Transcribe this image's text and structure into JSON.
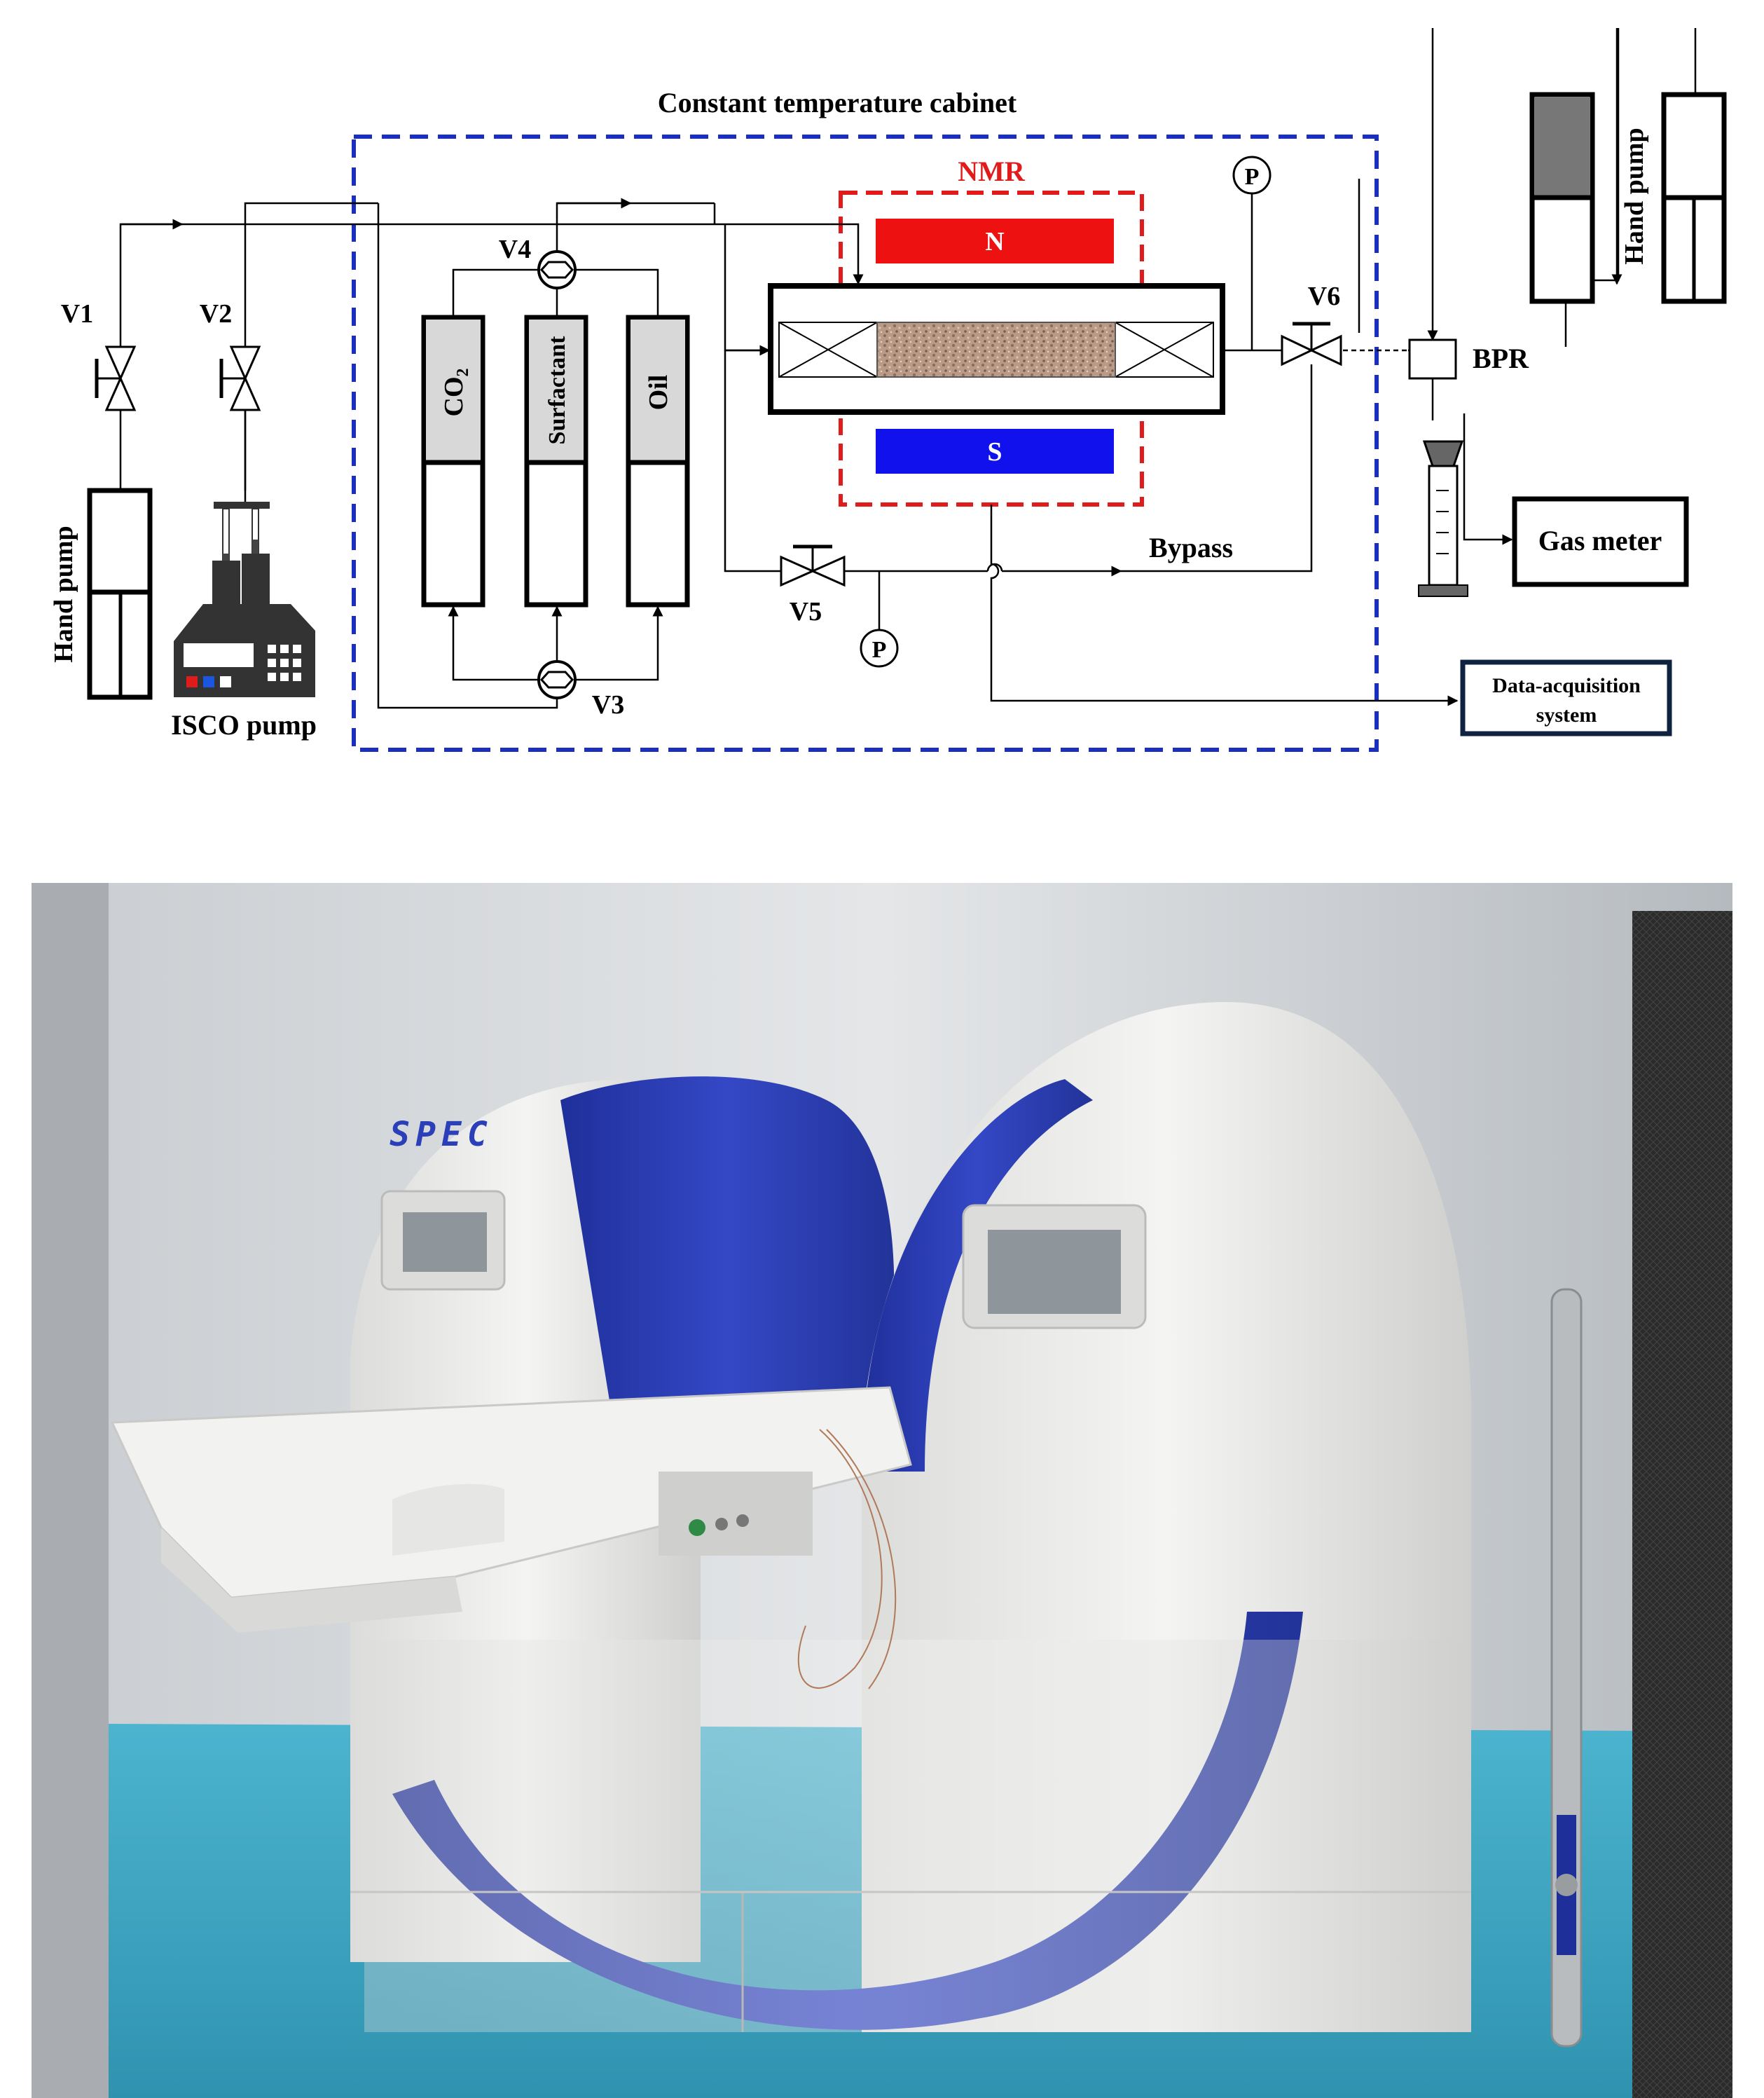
{
  "diagram": {
    "cabinet_label": "Constant temperature cabinet",
    "nmr_label": "NMR",
    "magnet_north": "N",
    "magnet_south": "S",
    "valves": {
      "v1": "V1",
      "v2": "V2",
      "v3": "V3",
      "v4": "V4",
      "v5": "V5",
      "v6": "V6"
    },
    "containers": {
      "co2": "CO",
      "co2_sub": "2",
      "surfactant": "Surfactant",
      "oil": "Oil"
    },
    "pumps": {
      "hand_pump_left": "Hand pump",
      "hand_pump_right": "Hand pump",
      "isco_pump": "ISCO pump"
    },
    "gauges": {
      "top": "P",
      "bottom": "P"
    },
    "bpr": "BPR",
    "bypass": "Bypass",
    "gas_meter": "Gas meter",
    "daq": {
      "line1": "Data-acquisition",
      "line2": "system"
    },
    "colors": {
      "cabinet_border": "#1b2fbd",
      "nmr_border": "#e01b1b",
      "magnet_n": "#ee1111",
      "magnet_s": "#1111ee",
      "daq_border": "#0f2240"
    }
  },
  "photo": {
    "brand_mark": "SPEC",
    "colors": {
      "machine_white": "#eeeeec",
      "machine_blue": "#2a3fb8",
      "floor": "#3aa7c4",
      "wall": "#d9dcdf"
    }
  }
}
